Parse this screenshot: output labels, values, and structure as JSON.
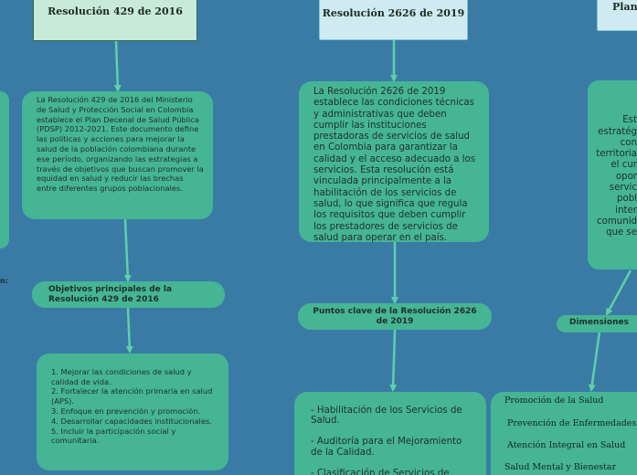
{
  "col1": {
    "title": "Resolución 429 de 2016",
    "description": "La Resolución 429 de 2016 del Ministerio de Salud y Protección Social en Colombia establece el Plan Decenal de Salud Pública (PDSP) 2012-2021. Este documento define las políticas y acciones para mejorar la salud de la población colombiana durante ese período, organizando las estrategias a través de objetivos que buscan promover la equidad en salud y reducir las brechas entre diferentes grupos poblacionales.",
    "objectives_title": "Objetivos principales de la Resolución 429 de 2016",
    "objectives": "1. Mejorar las condiciones de salud y calidad de vida.\n2. Fortalecer la atención primaria en salud (APS).\n3. Enfoque en prevención y promoción.\n4. Desarrollar capacidades institucionales.\n5. Incluir la participación social y comunitaria."
  },
  "col2": {
    "title": "Resolución 2626 de 2019",
    "description": "La Resolución 2626 de 2019 establece las condiciones técnicas y administrativas que deben cumplir las instituciones prestadoras de servicios de salud en Colombia para garantizar la calidad y el acceso adecuado a los servicios. Esta resolución está vinculada principalmente a la habilitación de los servicios de salud, lo que significa que regula los requisitos que deben cumplir los prestadores de servicios de salud para operar en el país.",
    "keypoints_title": "Puntos clave de la Resolución 2626 de 2019",
    "keypoints": "- Habilitación de los Servicios de Salud.\n\n- Auditoría para el Mejoramiento de la Calidad.\n\n- Clasificación de Servicios de Salud."
  },
  "col3": {
    "title_partial": "Plan",
    "description_partial": "Est\nestratég\ncon\nterritoria\nel cur\nopor\nservic\npobl\ninter\ncomunid\nque se",
    "dimensions_title": "Dimensiones",
    "dimensions": [
      "Promoción de la Salud",
      "Prevención de Enfermedades",
      "Atención Integral en Salud",
      "Salud Mental y Bienestar"
    ]
  },
  "left_edge": {
    "label_partial": "n:"
  },
  "colors": {
    "background": "#3a7ba6",
    "node_green": "#45b594",
    "title_fill": "#c9ead8",
    "connector": "#5fcfa8"
  }
}
